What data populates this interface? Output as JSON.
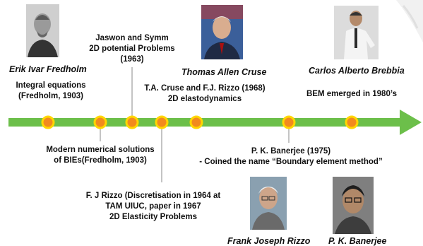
{
  "names": {
    "fredholm": "Erik Ivar Fredholm",
    "cruse": "Thomas Allen Cruse",
    "brebbia": "Carlos Alberto  Brebbia",
    "rizzo": "Frank Joseph  Rizzo",
    "banerjee": "P. K. Banerjee"
  },
  "events": {
    "integral_equations": [
      "Integral equations",
      "(Fredholm, 1903)"
    ],
    "jaswon_symm": [
      "Jaswon and Symm",
      "2D potential Problems",
      "(1963)"
    ],
    "cruse_rizzo": [
      "T.A. Cruse and F.J. Rizzo (1968)",
      "2D elastodynamics"
    ],
    "bem_emerged": "BEM emerged in 1980’s",
    "modern_numerical": [
      "Modern numerical solutions",
      "of BIEs(Fredholm, 1903)"
    ],
    "banerjee_1975": [
      "P. K. Banerjee (1975)",
      "- Coined the name “Boundary element method”"
    ],
    "rizzo_discretisation": [
      "F. J Rizzo (Discretisation in 1964 at",
      "TAM UIUC, paper in 1967",
      "2D Elasticity Problems"
    ]
  },
  "colors": {
    "arrow": "#6cbf4a",
    "marker_fill": "#f28a1e",
    "marker_ring": "#ffd600",
    "connector": "#8a8a8a"
  },
  "icons": {
    "portrait": "person-portrait-icon",
    "watermark": "journal-logo-icon"
  }
}
